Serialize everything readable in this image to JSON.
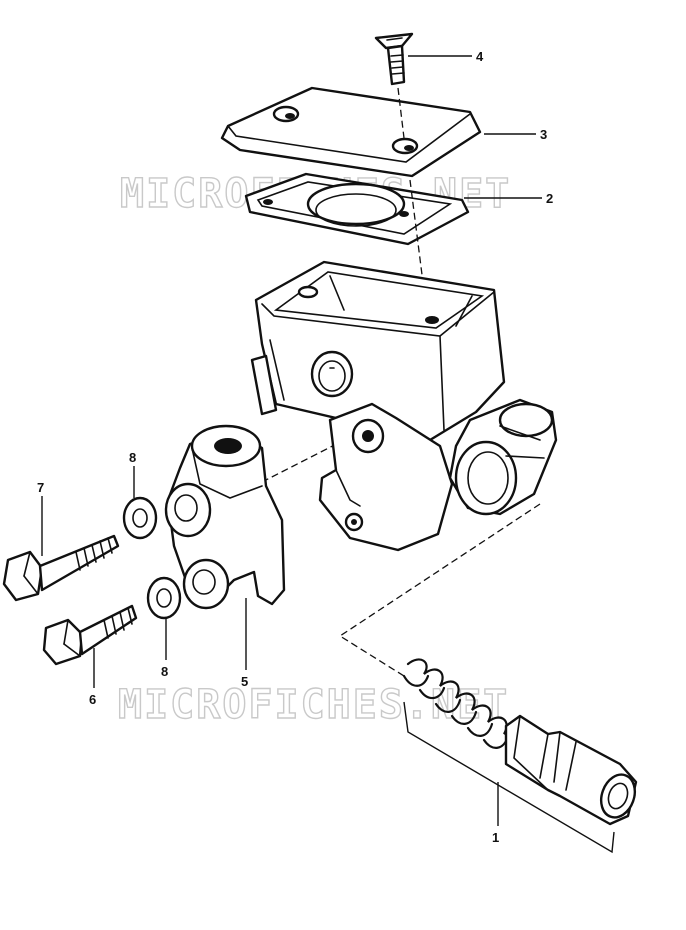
{
  "diagram": {
    "watermarks": [
      "MICROFICHES.NET",
      "MICROFICHES.NET"
    ],
    "callouts": {
      "p1": "1",
      "p2": "2",
      "p3": "3",
      "p4": "4",
      "p5": "5",
      "p6": "6",
      "p7": "7",
      "p8a": "8",
      "p8b": "8"
    }
  }
}
